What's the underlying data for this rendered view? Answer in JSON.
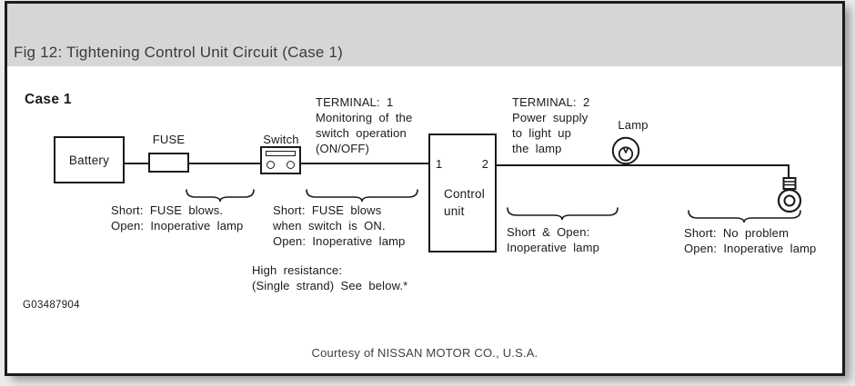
{
  "header": {
    "title": "Fig 12: Tightening Control Unit Circuit (Case 1)"
  },
  "diagram": {
    "case_label": "Case 1",
    "components": {
      "battery": "Battery",
      "fuse": "FUSE",
      "switch": "Switch",
      "control_unit_line1": "Control",
      "control_unit_line2": "unit",
      "terminal_1": "1",
      "terminal_2": "2",
      "lamp": "Lamp"
    },
    "annotations": {
      "terminal1": {
        "lines": [
          "TERMINAL: 1",
          "Monitoring of the",
          "switch operation",
          "(ON/OFF)"
        ]
      },
      "terminal2": {
        "lines": [
          "TERMINAL: 2",
          "Power supply",
          "to light up",
          "the lamp"
        ]
      },
      "battery_fuse": {
        "lines": [
          "Short: FUSE blows.",
          "Open: Inoperative lamp"
        ]
      },
      "fuse_switch": {
        "lines": [
          "Short: FUSE blows",
          "when switch is ON.",
          "Open: Inoperative lamp"
        ]
      },
      "high_resistance": {
        "lines": [
          "High resistance:",
          "(Single strand) See below.*"
        ]
      },
      "control_lamp": {
        "lines": [
          "Short & Open:",
          "Inoperative lamp"
        ]
      },
      "lamp_ground": {
        "lines": [
          "Short: No problem",
          "Open: Inoperative lamp"
        ]
      }
    },
    "figure_id": "G03487904"
  },
  "footer": {
    "courtesy": "Courtesy of NISSAN MOTOR CO., U.S.A."
  },
  "colors": {
    "header_bg": "#d6d6d6",
    "ink": "#1a1a1a",
    "page_bg": "#ebebeb",
    "title_color": "#3b3b3b"
  }
}
